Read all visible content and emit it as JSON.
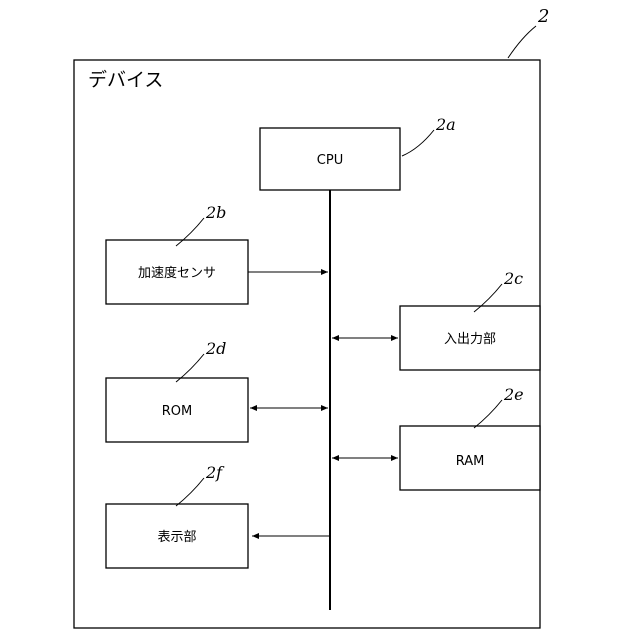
{
  "device": {
    "title": "デバイス",
    "ref": "2"
  },
  "blocks": {
    "cpu": {
      "label": "CPU",
      "ref": "2a"
    },
    "accel": {
      "label": "加速度センサ",
      "ref": "2b"
    },
    "io": {
      "label": "入出力部",
      "ref": "2c"
    },
    "rom": {
      "label": "ROM",
      "ref": "2d"
    },
    "ram": {
      "label": "RAM",
      "ref": "2e"
    },
    "display": {
      "label": "表示部",
      "ref": "2f"
    }
  },
  "colors": {
    "line": "#000000",
    "background": "#ffffff"
  }
}
